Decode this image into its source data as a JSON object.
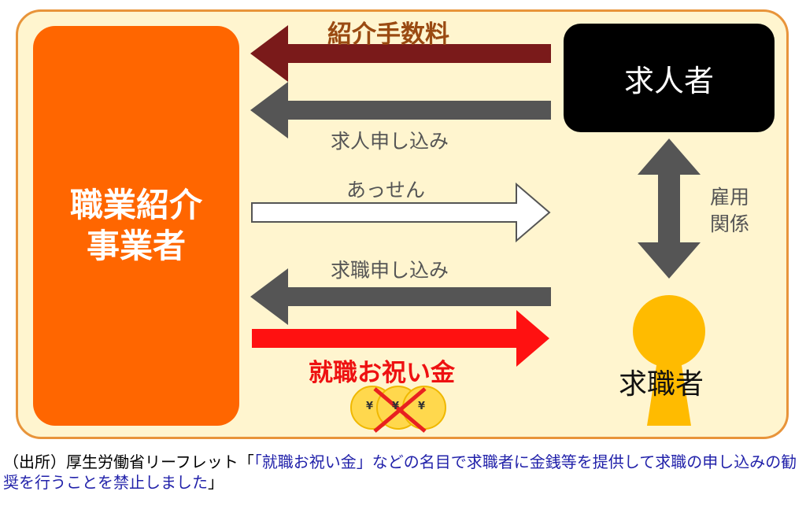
{
  "nodes": {
    "agency": "職業紹介\n事業者",
    "employer": "求人者",
    "job_seeker": "求職者"
  },
  "arrows": {
    "fee": "紹介手数料",
    "job_application": "求人申し込み",
    "mediation": "あっせん",
    "seeker_application": "求職申し込み",
    "bonus": "就職お祝い金",
    "employment_relation": "雇用\n関係"
  },
  "coins": {
    "symbol": "¥"
  },
  "footnote": {
    "prefix": "（出所）厚生労働省リーフレット「",
    "link": "「就職お祝い金」などの名目で求職者に金銭等を提供して求職の申し込みの勧奨を行うことを禁止しました",
    "suffix": "」"
  },
  "colors": {
    "frame_border": "#e8943a",
    "frame_fill": "#fff5cf",
    "agency": "#ff6600",
    "employer": "#000000",
    "fee_arrow": "#7a1a1a",
    "gray_arrow": "#555555",
    "bonus_arrow": "#ff1111",
    "seeker_icon": "#ffbb00",
    "coin": "#ffd84d",
    "cross": "#e82020"
  }
}
